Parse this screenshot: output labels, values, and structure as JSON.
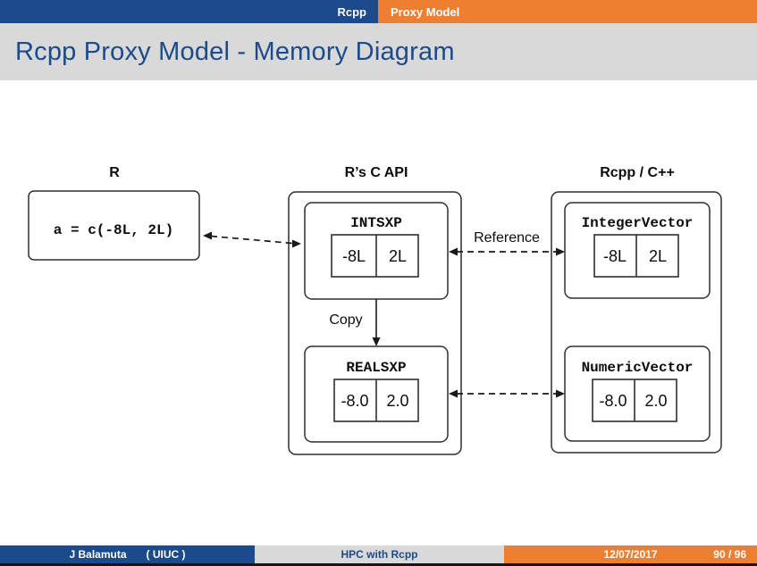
{
  "header": {
    "tabs": [
      {
        "label": "Rcpp"
      },
      {
        "label": "Proxy Model"
      }
    ]
  },
  "title": "Rcpp Proxy Model - Memory Diagram",
  "diagram": {
    "column_headings": {
      "r": "R",
      "c_api": "R’s C API",
      "rcpp": "Rcpp / C++"
    },
    "r_code_box": "a = c(-8L, 2L)",
    "intsxp": {
      "label": "INTSXP",
      "cells": [
        "-8L",
        "2L"
      ]
    },
    "realsxp": {
      "label": "REALSXP",
      "cells": [
        "-8.0",
        "2.0"
      ]
    },
    "integer_vector": {
      "label": "IntegerVector",
      "cells": [
        "-8L",
        "2L"
      ]
    },
    "numeric_vector": {
      "label": "NumericVector",
      "cells": [
        "-8.0",
        "2.0"
      ]
    },
    "edge_labels": {
      "reference": "Reference",
      "copy": "Copy"
    }
  },
  "footer": {
    "author": "J Balamuta",
    "affiliation": "( UIUC )",
    "deck_title": "HPC with Rcpp",
    "date": "12/07/2017",
    "page": "90 / 96"
  },
  "colors": {
    "navy": "#1B4B8C",
    "orange": "#EE7F30",
    "band_gray": "#D9D9D9"
  }
}
